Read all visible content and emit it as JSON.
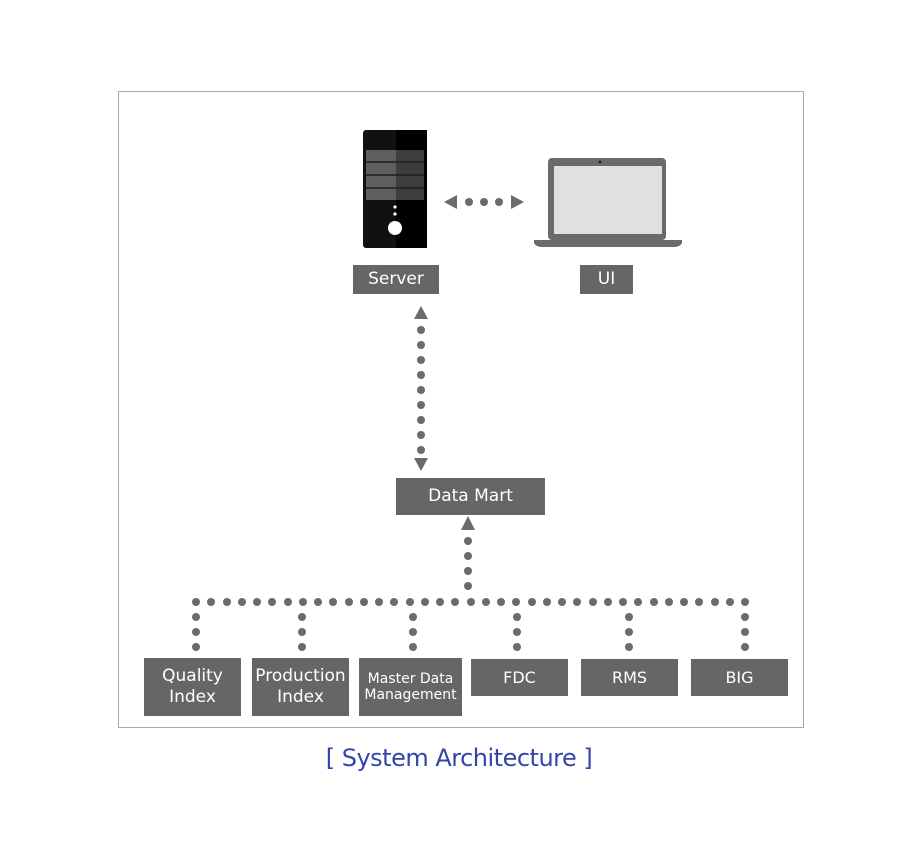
{
  "diagram": {
    "server_label": "Server",
    "ui_label": "UI",
    "data_mart_label": "Data Mart",
    "sources": [
      {
        "line1": "Quality",
        "line2": "Index"
      },
      {
        "line1": "Production",
        "line2": "Index"
      },
      {
        "line1": "Master Data",
        "line2": "Management"
      },
      {
        "line1": "FDC",
        "line2": ""
      },
      {
        "line1": "RMS",
        "line2": ""
      },
      {
        "line1": "BIG",
        "line2": ""
      }
    ],
    "caption": "[ System Architecture ]"
  },
  "colors": {
    "box_fill": "#666666",
    "connector": "#6b6b6b",
    "caption": "#3344aa"
  },
  "icons": {
    "server": "server-tower-icon",
    "ui": "laptop-icon"
  }
}
